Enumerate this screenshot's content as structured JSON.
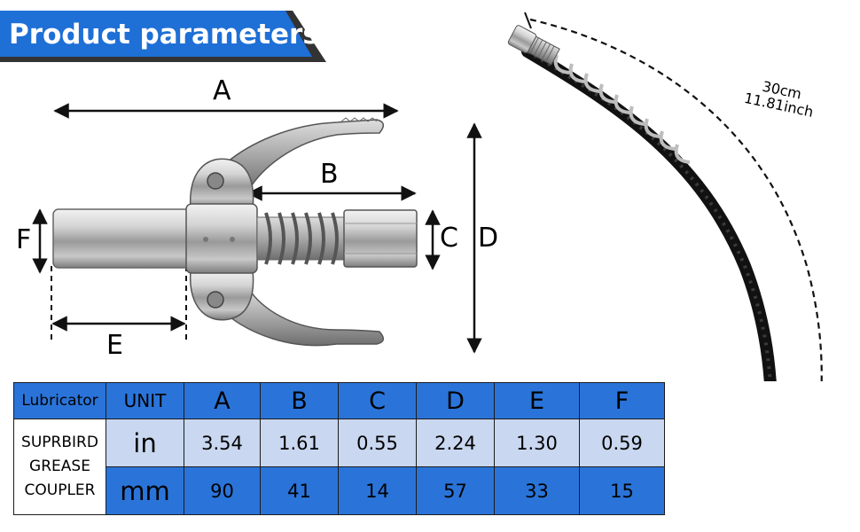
{
  "header": {
    "title": "Product parameters"
  },
  "diagram": {
    "labels": {
      "a": "A",
      "b": "B",
      "c": "C",
      "d": "D",
      "e": "E",
      "f": "F"
    },
    "hose_length_cm": "30cm",
    "hose_length_inch": "11.81inch"
  },
  "table": {
    "header": {
      "lubricator": "Lubricator",
      "unit": "UNIT",
      "columns": [
        "A",
        "B",
        "C",
        "D",
        "E",
        "F"
      ]
    },
    "product_lines": [
      "SUPRBIRD",
      "GREASE",
      "COUPLER"
    ],
    "rows": [
      {
        "unit": "in",
        "values": [
          "3.54",
          "1.61",
          "0.55",
          "2.24",
          "1.30",
          "0.59"
        ]
      },
      {
        "unit": "mm",
        "values": [
          "90",
          "41",
          "14",
          "57",
          "33",
          "15"
        ]
      }
    ]
  },
  "colors": {
    "banner_blue": "#1e6fd6",
    "table_blue": "#2a74d9",
    "table_light": "#c9d7f0"
  }
}
